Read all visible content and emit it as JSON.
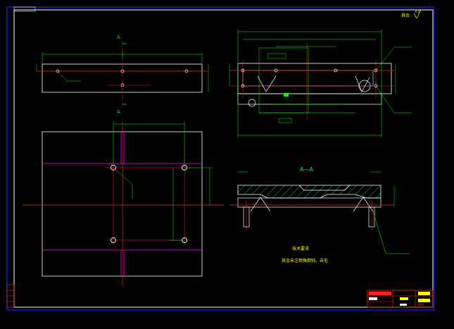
{
  "sheet": {
    "background": "#000000",
    "frame_color": "#1a1aff",
    "border_color": "#ffffff"
  },
  "colors": {
    "outline": "#ffffff",
    "centerline": "#ff2020",
    "dimension": "#00ff00",
    "hidden": "#ff00ff",
    "hatch": "#00ffff",
    "note": "#ffff00",
    "title_block": "#ff2020"
  },
  "labels": {
    "section_mark_top": "A",
    "section_mark_bottom": "A",
    "section_title": "A—A",
    "tech_requirements_title": "技术要求",
    "tech_requirements_line": "其余未注倒角倒钝、去毛",
    "roughness_label": "其余",
    "roughness_value": "6.3",
    "title_block_text": "模具"
  },
  "icons": [
    "roughness-symbol-icon",
    "section-arrow-icon"
  ]
}
